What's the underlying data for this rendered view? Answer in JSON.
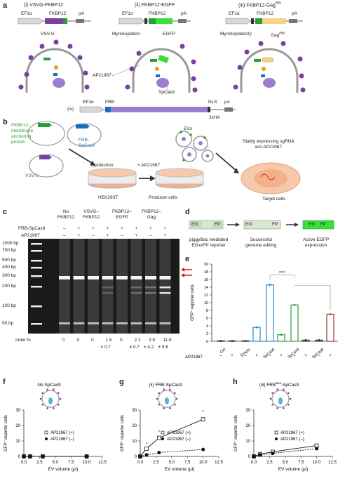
{
  "panel_letters": {
    "a": "a",
    "b": "b",
    "c": "c",
    "d": "d",
    "e": "e",
    "f": "f",
    "g": "g",
    "h": "h"
  },
  "panel_a": {
    "constructs": [
      {
        "title": "(i) VSVG-FKBP12",
        "labels": {
          "promoter": "EF1α",
          "gene": "FKBP12",
          "pa": "pA",
          "bottom": "VSV-G"
        }
      },
      {
        "title": "(ii) FKBP12-EGFP",
        "labels": {
          "promoter": "EF1α",
          "gene": "FKBP12",
          "pa": "pA",
          "myr": "Myristoylation",
          "tag": "EGFP"
        }
      },
      {
        "title": "(iii) FKBP12-Gag",
        "title_sup": "HIV",
        "labels": {
          "promoter": "EF1α",
          "gene": "FKBP12",
          "pa": "pA",
          "myr": "MyristoylationQ",
          "tag": "Gag",
          "tag_sup": "HIV"
        }
      }
    ],
    "ap_label": "AP21967",
    "spcas9_label": "SpCas9",
    "construct_iv": {
      "num": "(iv)",
      "promoter": "EF1α",
      "frb": "FRB",
      "nls": "NLS",
      "pa": "pA",
      "tag": "3xHA"
    }
  },
  "panel_b": {
    "fkbp_text": "FKBP12-\nmembrane\nanchoring\nprotein",
    "frb_text": "FRB-\nSpCas9",
    "vsvg_text": "VSV-G",
    "lipofection": "Lipofection",
    "ap_step": "+ AP21967",
    "evs": "EVs",
    "target_text": "Stably expressing sgRNA\nw/o AP21967",
    "hek": "HEK293T",
    "producer": "Producer cells",
    "target": "Target cells"
  },
  "panel_c": {
    "groups": [
      "No\nFKBP12",
      "VSVG–\nFKBP12",
      "FKBP12–\nEGFP",
      "FKBP12–\nGag"
    ],
    "row1_label": "FRB-SpCas9",
    "row2_label": "AP21967",
    "row1": [
      "–",
      "+",
      "+",
      "+",
      "+",
      "+",
      "+",
      "+"
    ],
    "row2": [
      "–",
      "+",
      "–",
      "+",
      "–",
      "+",
      "–",
      "+"
    ],
    "ladder": [
      "1000 bp",
      "700 bp",
      "500 bp",
      "400 bp",
      "300 bp",
      "200 bp",
      "100 bp",
      "50 bp"
    ],
    "indel_label": "Indel %",
    "indel": [
      "0",
      "0",
      "0",
      "1.5",
      "0",
      "2.1",
      "2.9",
      "11.6"
    ],
    "indel_sd": [
      "",
      "",
      "",
      "± 0.7",
      "",
      "± 0.7",
      "± 4.2",
      "± 9.6"
    ]
  },
  "panel_d": {
    "reporter_left": "EG",
    "reporter_right": "FP",
    "active": "EG    FP",
    "cap1": "piggyBac mediated\nEGxxFP reporter",
    "cap2": "Successful\ngenome editing",
    "cap3": "Active EGFP\nexpression"
  },
  "chart_data": [
    {
      "panel": "e",
      "type": "bar",
      "categories": [
        "Ctrl",
        "Empty",
        "SpCas9",
        "SpCas9",
        "SpCas9"
      ],
      "ap21967": [
        "–",
        "+",
        "–",
        "+",
        "–",
        "+",
        "–",
        "+",
        "–",
        "+"
      ],
      "values": [
        0.1,
        0.1,
        0.1,
        3.6,
        14.6,
        1.7,
        9.4,
        0.3,
        0.3,
        7.0
      ],
      "colors": [
        "#333333",
        "#333333",
        "#333333",
        "#1f8ed6",
        "#1f8ed6",
        "#2a9d3a",
        "#2a9d3a",
        "#333333",
        "#333333",
        "#a83232"
      ],
      "ylabel": "GFP⁺ reporter cells",
      "yticks": [
        "0",
        "2",
        "4",
        "6",
        "8",
        "10",
        "12",
        "14",
        "16",
        "18",
        "20"
      ],
      "ylim": [
        0,
        20
      ],
      "xlabel_row": "AP21967",
      "significance": "****"
    },
    {
      "panel": "f",
      "type": "line",
      "title": "No SpCas9",
      "x": [
        0,
        1,
        3,
        10
      ],
      "series": [
        {
          "name": "AP21967 (+)",
          "values": [
            0,
            0,
            0,
            0
          ]
        },
        {
          "name": "AP21967 (–)",
          "values": [
            0,
            0,
            0,
            0
          ]
        }
      ],
      "xlabel": "EV volume (µl)",
      "ylabel": "GFP⁺ reporter cells",
      "xticks": [
        "0.0",
        "2.5",
        "5.0",
        "7.5",
        "10.0",
        "12.5"
      ],
      "yticks": [
        "0",
        "10",
        "20",
        "30"
      ],
      "xlim": [
        0,
        12.5
      ],
      "ylim": [
        0,
        30
      ]
    },
    {
      "panel": "g",
      "type": "line",
      "title": "(ii) FRB-SpCas9",
      "x": [
        0,
        1,
        3,
        10
      ],
      "series": [
        {
          "name": "AP21967 (+)",
          "values": [
            0,
            5,
            12,
            24
          ]
        },
        {
          "name": "AP21967 (–)",
          "values": [
            0,
            1,
            2.5,
            4.5
          ]
        }
      ],
      "xlabel": "EV volume (µl)",
      "ylabel": "GFP⁺ reporter cells",
      "xticks": [
        "0.0",
        "2.5",
        "5.0",
        "7.5",
        "10.0",
        "12.5"
      ],
      "yticks": [
        "0",
        "10",
        "20",
        "30"
      ],
      "xlim": [
        0,
        12.5
      ],
      "ylim": [
        0,
        30
      ],
      "annotation": "*"
    },
    {
      "panel": "h",
      "type": "line",
      "title": "(iii) FRB",
      "title_sup": "Mut",
      "title_tail": "-SpCas9",
      "x": [
        0,
        1,
        3,
        10
      ],
      "series": [
        {
          "name": "AP21967 (+)",
          "values": [
            0,
            1.5,
            3,
            7
          ]
        },
        {
          "name": "AP21967 (–)",
          "values": [
            0,
            1,
            2,
            5
          ]
        }
      ],
      "xlabel": "EV volume (µl)",
      "ylabel": "GFP⁺ reporter cells",
      "xticks": [
        "0.0",
        "2.5",
        "5.0",
        "7.5",
        "10.0",
        "12.5"
      ],
      "yticks": [
        "0",
        "10",
        "20",
        "30"
      ],
      "xlim": [
        0,
        12.5
      ],
      "ylim": [
        0,
        30
      ]
    }
  ]
}
